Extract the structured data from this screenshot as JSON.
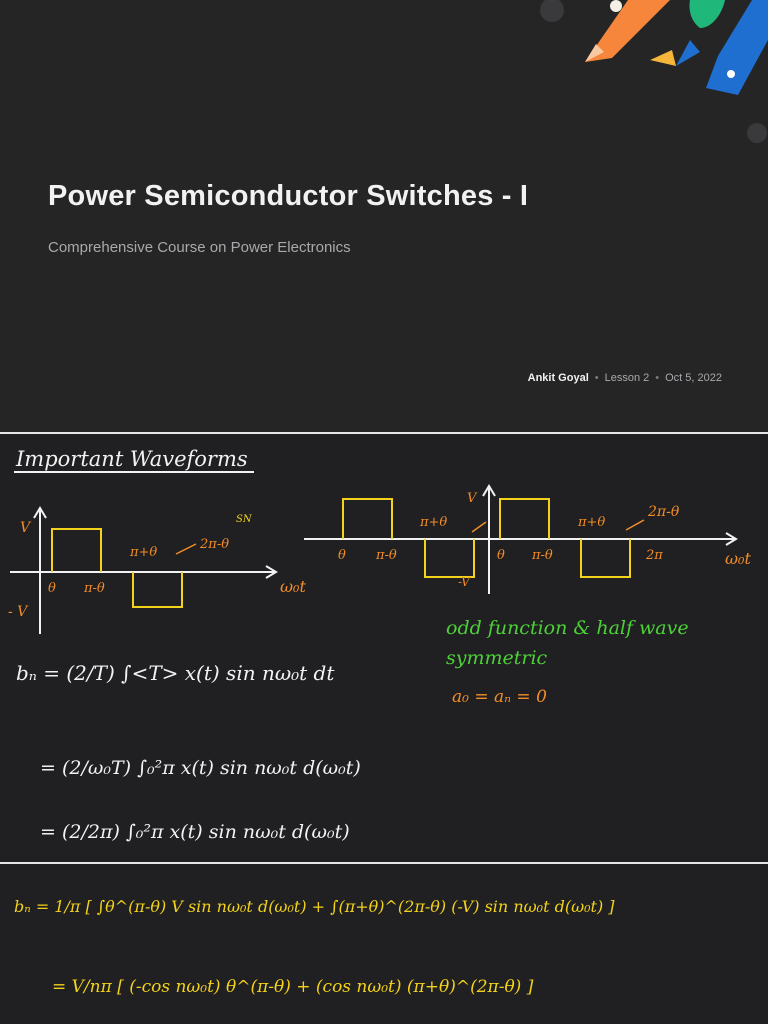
{
  "title_slide": {
    "title": "Power Semiconductor Switches - I",
    "subtitle": "Comprehensive Course on Power Electronics",
    "author": "Ankit Goyal",
    "lesson": "Lesson 2",
    "date": "Oct 5, 2022"
  },
  "notes_1": {
    "heading": "Important Waveforms",
    "graph_left": {
      "v_pos": "V",
      "v_neg": "- V",
      "mark": "SN",
      "x_axis": "ω₀t",
      "ticks_below": [
        "θ",
        "π-θ"
      ],
      "ticks_above": [
        "π+θ",
        "2π-θ"
      ]
    },
    "graph_right": {
      "v_label": "V",
      "v_neg": "-V",
      "x_axis": "ω₀t",
      "ticks_below": [
        "θ",
        "π-θ",
        "θ",
        "π-θ",
        "2π"
      ],
      "ticks_above": [
        "π+θ",
        "π+θ",
        "2π-θ"
      ]
    },
    "note_green_1": "odd function & half wave",
    "note_green_2": "symmetric",
    "note_orange": "a₀ = aₙ = 0",
    "eq1": "bₙ = (2/T) ∫<T> x(t) sin nω₀t dt",
    "eq2": "= (2/ω₀T) ∫₀²π x(t) sin nω₀t d(ω₀t)",
    "eq3": "= (2/2π) ∫₀²π x(t) sin nω₀t d(ω₀t)"
  },
  "notes_2": {
    "eq4": "bₙ = 1/π [ ∫θ^(π-θ) V sin nω₀t d(ω₀t) + ∫(π+θ)^(2π-θ) (-V) sin nω₀t d(ω₀t) ]",
    "eq5": "= V/nπ [ (-cos nω₀t) θ^(π-θ) + (cos nω₀t) (π+θ)^(2π-θ) ]"
  },
  "colors": {
    "background": "#222222",
    "text_white": "#f2f2f2",
    "text_grey": "#a9a9ad",
    "waveform_yellow": "#f2d21b",
    "ink_orange": "#f28c28",
    "ink_green": "#4cd137",
    "decor_orange": "#f5863b",
    "decor_blue": "#1f6fd1",
    "decor_green": "#1fb87a"
  }
}
